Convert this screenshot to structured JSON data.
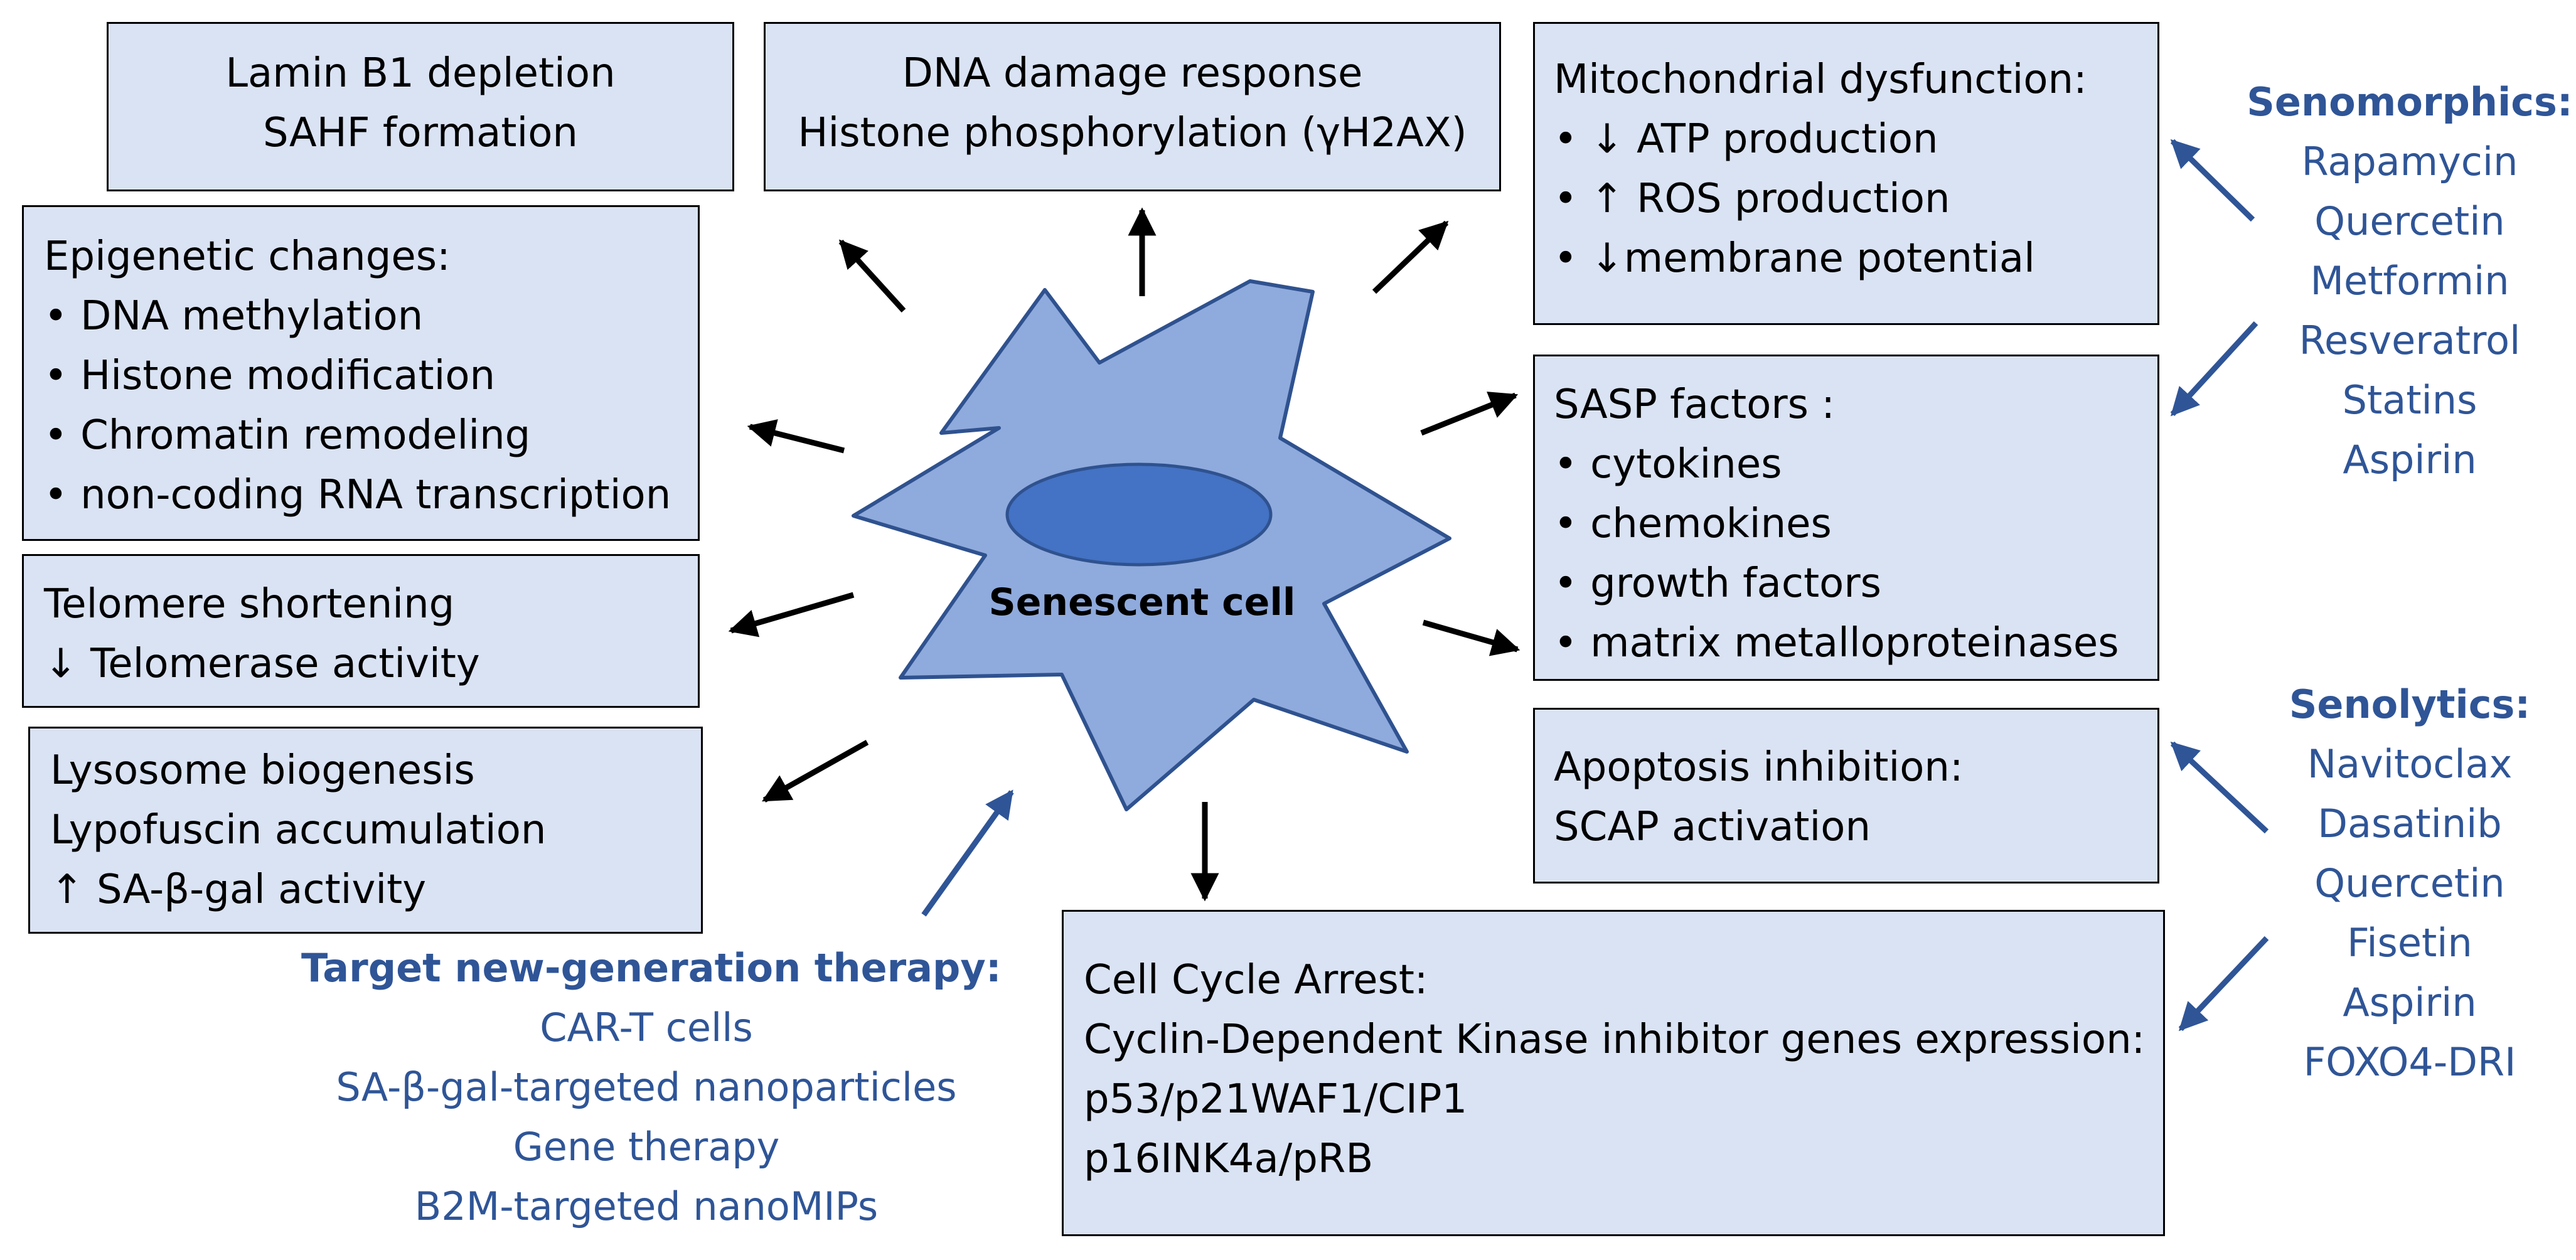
{
  "cell": {
    "label": "Senescent cell",
    "body_color": "#8faadc",
    "nucleus_color": "#4472c4",
    "outline_color": "#2f528f"
  },
  "boxes": {
    "lamin": {
      "lines": [
        "Lamin B1 depletion",
        "SAHF formation"
      ]
    },
    "dna": {
      "lines": [
        "DNA damage response",
        "Histone phosphorylation (γH2AX)"
      ]
    },
    "mito": {
      "title": "Mitochondrial dysfunction:",
      "items": [
        "• ↓ ATP production",
        "• ↑ ROS production",
        "• ↓membrane potential"
      ]
    },
    "epi": {
      "title": "Epigenetic changes:",
      "items": [
        "• DNA methylation",
        "• Histone modification",
        "• Chromatin remodeling",
        "• non-coding RNA transcription"
      ]
    },
    "telo": {
      "lines": [
        "Telomere shortening",
        "↓ Telomerase activity"
      ]
    },
    "lyso": {
      "lines": [
        "Lysosome biogenesis",
        "Lypofuscin accumulation",
        "↑ SA-β-gal activity"
      ]
    },
    "sasp": {
      "title": "SASP factors :",
      "items": [
        "• cytokines",
        "• chemokines",
        "• growth factors",
        "• matrix metalloproteinases"
      ]
    },
    "apop": {
      "lines": [
        "Apoptosis inhibition:",
        "SCAP activation"
      ]
    },
    "cycle": {
      "lines": [
        "Cell Cycle Arrest:",
        "Cyclin-Dependent Kinase inhibitor genes expression:",
        "p53/p21WAF1/CIP1",
        "p16INK4a/pRB"
      ]
    }
  },
  "senomorphics": {
    "heading": "Senomorphics:",
    "items": [
      "Rapamycin",
      "Quercetin",
      "Metformin",
      "Resveratrol",
      "Statins",
      "Aspirin"
    ]
  },
  "senolytics": {
    "heading": "Senolytics:",
    "items": [
      "Navitoclax",
      "Dasatinib",
      "Quercetin",
      "Fisetin",
      "Aspirin",
      "FOXO4-DRI"
    ]
  },
  "therapy": {
    "heading": "Target new-generation therapy:",
    "items": [
      "CAR-T cells",
      "SA-β-gal-targeted nanoparticles",
      "Gene therapy",
      "B2M-targeted nanoMIPs"
    ]
  },
  "colors": {
    "box_fill": "#dae3f3",
    "box_border": "#000000",
    "drug_text": "#2f5597",
    "black_arrow": "#000000",
    "blue_arrow": "#2f5597"
  }
}
